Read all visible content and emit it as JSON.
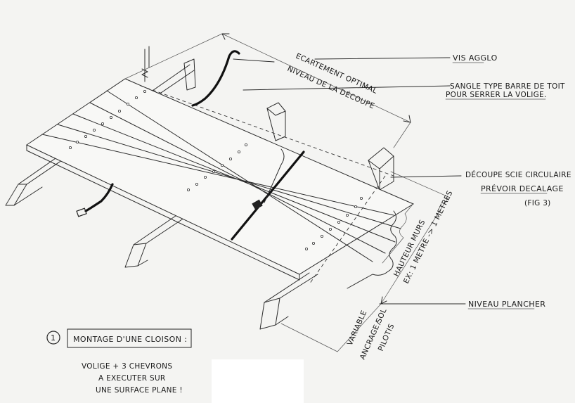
{
  "labels": {
    "vis": "VIS AGGLO",
    "sangle_1": "SANGLE TYPE BARRE DE TOIT",
    "sangle_2": "POUR SERRER LA VOLIGE.",
    "decoupe_1": "DÉCOUPE SCIE CIRCULAIRE",
    "decoupe_2": "PRÉVOIR DECALAGE",
    "fig": "(FIG 3)",
    "niveau_plancher": "NIVEAU PLANCHER",
    "ecartement": "ECARTEMENT OPTIMAL",
    "niveau_decoupe": "NIVEAU DE LA DÉCOUPE",
    "hauteur_1": "HAUTEUR MURS",
    "hauteur_2": "EX: 1 METRE -> 1 METRES",
    "variable": "VARIABLE",
    "ancrage": "ANCRAGE SOL",
    "pilotis": "PILOTIS",
    "ou": "/"
  },
  "title": {
    "number": "1",
    "text": "MONTAGE D'UNE CLOISON :"
  },
  "note": {
    "line1": "VOLIGE + 3 CHEVRONS",
    "line2": "A EXECUTER SUR",
    "line3": "UNE SURFACE PLANE !"
  }
}
